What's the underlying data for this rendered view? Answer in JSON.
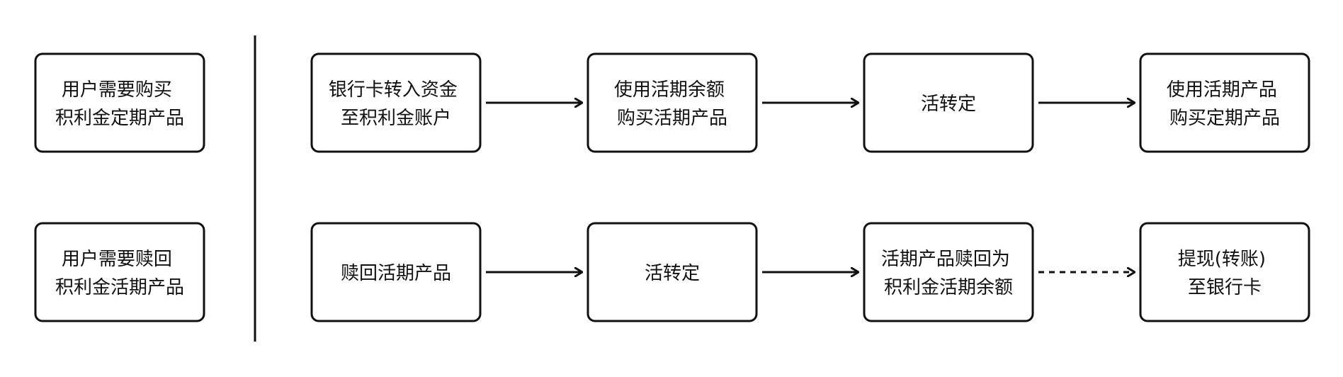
{
  "colors": {
    "stroke": "#111111",
    "text": "#111111",
    "background": "#ffffff"
  },
  "diagram": {
    "rows": [
      {
        "trigger": {
          "lines": [
            "用户需要购买",
            "积利金定期产品"
          ]
        },
        "steps": [
          {
            "lines": [
              "银行卡转入资金",
              "至积利金账户"
            ]
          },
          {
            "lines": [
              "使用活期余额",
              "购买活期产品"
            ]
          },
          {
            "lines": [
              "活转定"
            ]
          },
          {
            "lines": [
              "使用活期产品",
              "购买定期产品"
            ]
          }
        ],
        "connectors": [
          "solid",
          "solid",
          "solid"
        ]
      },
      {
        "trigger": {
          "lines": [
            "用户需要赎回",
            "积利金活期产品"
          ]
        },
        "steps": [
          {
            "lines": [
              "赎回活期产品"
            ]
          },
          {
            "lines": [
              "活转定"
            ]
          },
          {
            "lines": [
              "活期产品赎回为",
              "积利金活期余额"
            ]
          },
          {
            "lines": [
              "提现(转账)",
              "至银行卡"
            ]
          }
        ],
        "connectors": [
          "solid",
          "solid",
          "dashed"
        ]
      }
    ]
  }
}
